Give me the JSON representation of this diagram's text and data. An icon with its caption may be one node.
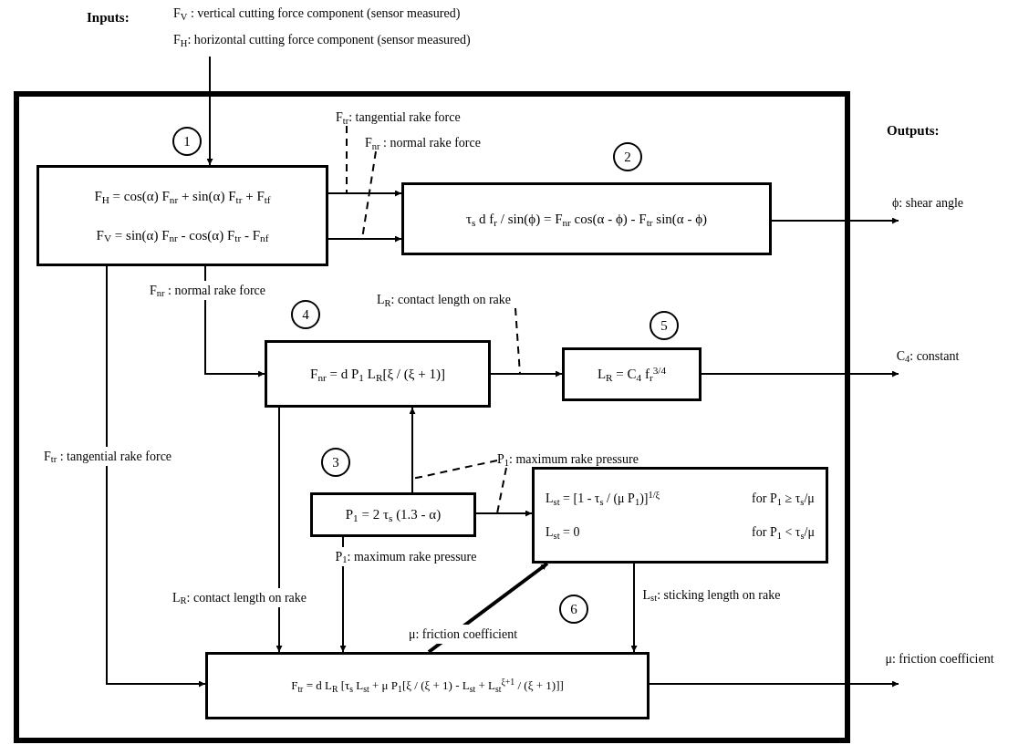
{
  "diagram": {
    "nodes": [
      {
        "text": [],
        "shape": "box"
      },
      {
        "text": [
          "1"
        ],
        "in": 0
      },
      {
        "text": [
          "F$_{H}$ = cos(α) F$_{nr}$ + sin(α) F$_{tr}$ + F$_{tf}$",
          "F$_{V}$ = sin(α) F$_{nr}$ - cos(α) F$_{tr}$ - F$_{nf}$"
        ],
        "in": 0
      },
      {
        "text": [
          "2"
        ],
        "in": 0
      },
      {
        "text": [
          "τ$_{s}$ d f$_{r}$ / sin(ϕ) = F$_{nr}$ cos(α - ϕ) - F$_{tr}$ sin(α - ϕ)"
        ],
        "in": 0
      },
      {
        "text": [
          "4"
        ],
        "in": 0
      },
      {
        "text": [
          "F$_{nr}$ = d P$_{1}$ L$_{R}$[ξ / (ξ + 1)]"
        ],
        "in": 0
      },
      {
        "text": [
          "5"
        ],
        "in": 0
      },
      {
        "text": [
          "L$_{R}$ = C$_{4}$ f$_{r}$$^{3/4}$"
        ],
        "in": 0
      },
      {
        "text": [
          "3"
        ],
        "in": 0
      },
      {
        "text": [
          "P$_{1}$ = 2 τ$_{s}$ (1.3 - α)"
        ],
        "in": 0
      },
      {
        "text": [
          "L$_{st}$ = [1 - τ$_{s}$ / (μ P$_{1}$)]$^{1/ξ}$",
          "for P$_{1}$ ≥ τ$_{s}$/μ",
          "L$_{st}$ = 0",
          "for P$_{1}$ < τ$_{s}$/μ"
        ],
        "in": 0
      },
      {
        "text": [
          "6"
        ],
        "in": 0
      },
      {
        "text": [
          "F$_{tr}$ = d L$_{R}$ [τ$_{s}$ L$_{st}$ + μ P$_{1}$[ξ / (ξ + 1) - L$_{st}$ + L$_{st}$$^{ξ+1}$ / (ξ + 1)]]"
        ],
        "in": 0
      },
      {
        "text": [
          "F$_{V}$ : vertical cutting force component (sensor measured)",
          "F$_{H}$: horizontal cutting force component (sensor measured)"
        ]
      },
      {
        "text": [
          "F$_{tr}$: tangential rake force"
        ],
        "in": 0
      },
      {
        "text": [
          "F$_{nr}$ : normal rake force"
        ],
        "in": 0
      },
      {
        "text": [
          "L$_{R}$: contact length on rake"
        ],
        "in": 0
      },
      {
        "text": [
          "P$_{1}$: maximum rake pressure"
        ],
        "in": 0
      }
    ],
    "edges": [
      {
        "from": 14,
        "to": 2,
        "arrow": "to"
      },
      {
        "from": 2,
        "to": 4,
        "arrow": "to"
      },
      {
        "from": 2,
        "to": 4,
        "arrow": "to"
      },
      {
        "from": 4,
        "to": null,
        "arrow": "to",
        "label": "ϕ: shear angle"
      },
      {
        "from": 2,
        "to": 6,
        "arrow": "to",
        "label": "F$_{nr}$ : normal rake force"
      },
      {
        "from": 6,
        "to": 8,
        "arrow": "to"
      },
      {
        "from": 8,
        "to": null,
        "arrow": "to",
        "label": "C$_{4}$: constant"
      },
      {
        "from": 2,
        "to": 13,
        "arrow": "to",
        "label": "F$_{tr}$ : tangential rake force"
      },
      {
        "from": 6,
        "to": 13,
        "arrow": "to",
        "label": "L$_{R}$: contact length on rake"
      },
      {
        "from": 10,
        "to": 6,
        "arrow": "to"
      },
      {
        "from": 10,
        "to": 11,
        "arrow": "to"
      },
      {
        "from": 10,
        "to": 13,
        "arrow": "to",
        "label": "P$_{1}$: maximum rake pressure"
      },
      {
        "from": 13,
        "to": 11,
        "arrow": "to",
        "style": "thick",
        "label": "μ: friction coefficient"
      },
      {
        "from": 11,
        "to": 13,
        "arrow": "to",
        "label": "L$_{st}$: sticking length on rake"
      },
      {
        "from": 13,
        "to": null,
        "arrow": "to",
        "label": "μ: friction coefficient"
      },
      {
        "from": 15,
        "to": null,
        "arrow": "none",
        "style": "dashed"
      },
      {
        "from": 16,
        "to": null,
        "arrow": "none",
        "style": "dashed"
      },
      {
        "from": 17,
        "to": null,
        "arrow": "none",
        "style": "dashed"
      },
      {
        "from": 18,
        "to": null,
        "arrow": "none",
        "style": "dashed"
      },
      {
        "from": 18,
        "to": null,
        "arrow": "none",
        "style": "dashed"
      }
    ],
    "labels": [
      "Inputs:",
      "Outputs:"
    ]
  }
}
